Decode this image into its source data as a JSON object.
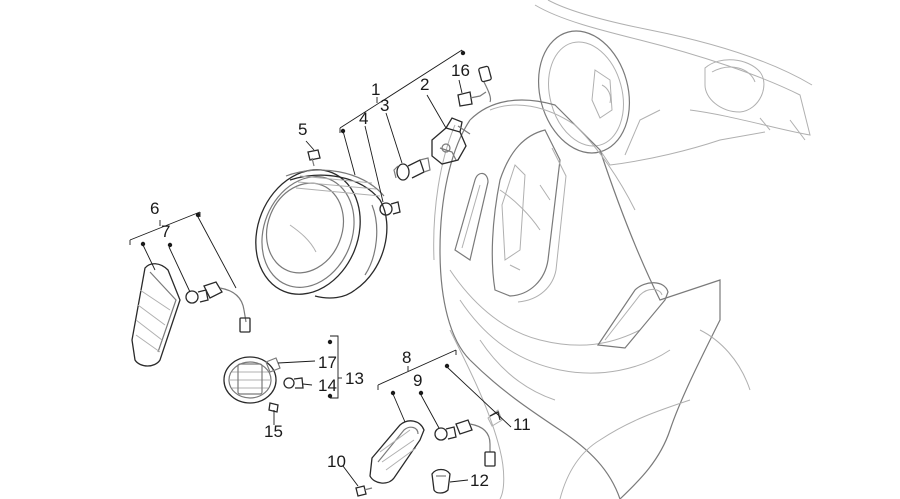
{
  "diagram": {
    "labels": {
      "p1": "1",
      "p2": "2",
      "p3": "3",
      "p4": "4",
      "p5": "5",
      "p6": "6",
      "p7": "7",
      "p8": "8",
      "p9": "9",
      "p10": "10",
      "p11": "11",
      "p12": "12",
      "p13": "13",
      "p14": "14",
      "p15": "15",
      "p16": "16",
      "p17": "17"
    }
  }
}
